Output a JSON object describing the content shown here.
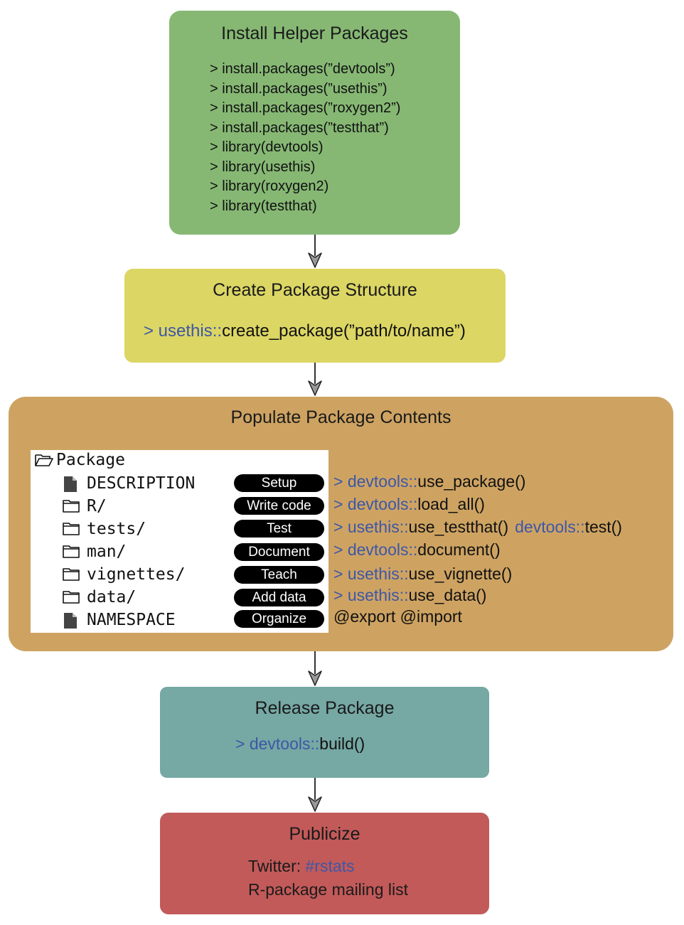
{
  "install": {
    "title": "Install Helper Packages",
    "lines": [
      "> install.packages(”devtools”)",
      "> install.packages(”usethis”)",
      "> install.packages(”roxygen2”)",
      "> install.packages(”testthat”)",
      "> library(devtools)",
      "> library(usethis)",
      "> library(roxygen2)",
      "> library(testthat)"
    ]
  },
  "create": {
    "title": "Create Package Structure",
    "prefix": "> usethis::",
    "command": "create_package(”path/to/name”)"
  },
  "populate": {
    "title": "Populate Package Contents",
    "root": "Package",
    "files": [
      "DESCRIPTION",
      "R/",
      "tests/",
      "man/",
      "vignettes/",
      "data/",
      "NAMESPACE"
    ],
    "file_icons": [
      "file-icon",
      "folder-icon",
      "folder-icon",
      "folder-icon",
      "folder-icon",
      "folder-icon",
      "file-icon"
    ],
    "steps": [
      "Setup",
      "Write code",
      "Test",
      "Document",
      "Teach",
      "Add data",
      "Organize"
    ],
    "commands": [
      {
        "prefix": "> devtools::",
        "fn": "use_package()",
        "prefix2": "",
        "fn2": ""
      },
      {
        "prefix": "> devtools::",
        "fn": "load_all()",
        "prefix2": "",
        "fn2": ""
      },
      {
        "prefix": "> usethis::",
        "fn": "use_testthat()",
        "prefix2": "devtools::",
        "fn2": "test()"
      },
      {
        "prefix": "> devtools::",
        "fn": "document()",
        "prefix2": "",
        "fn2": ""
      },
      {
        "prefix": "> usethis::",
        "fn": "use_vignette()",
        "prefix2": "",
        "fn2": ""
      },
      {
        "prefix": "> usethis::",
        "fn": "use_data()",
        "prefix2": "",
        "fn2": ""
      },
      {
        "prefix": "",
        "fn": "@export  @import",
        "prefix2": "",
        "fn2": ""
      }
    ]
  },
  "release": {
    "title": "Release Package",
    "prefix": "> devtools::",
    "command": "build()"
  },
  "publicize": {
    "title": "Publicize",
    "twitter_label": "Twitter: ",
    "twitter_tag": "#rstats",
    "mailing": "R-package mailing list"
  },
  "colors": {
    "install": "#86b874",
    "create": "#dcd664",
    "populate": "#cea362",
    "release": "#76a8a4",
    "publicize": "#c25a59",
    "code_blue": "#3d57a6"
  }
}
